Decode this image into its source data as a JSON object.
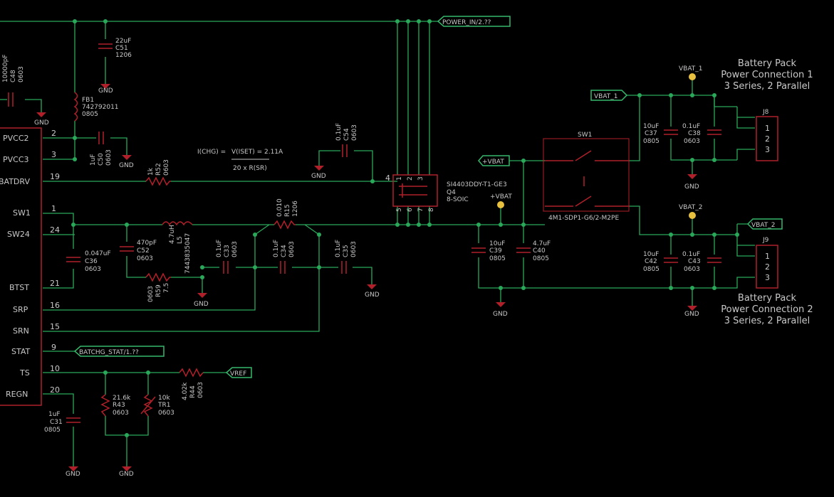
{
  "colors": {
    "background": "#000000",
    "wire": "#2aa85a",
    "part": "#b0202a",
    "net_label": "#35b86b",
    "text": "#c8c8c8",
    "power_flag": "#e8c040"
  },
  "ic": {
    "pins": [
      {
        "name": "PVCC2",
        "num": "2"
      },
      {
        "name": "PVCC3",
        "num": "3"
      },
      {
        "name": "BATDRV",
        "num": "19"
      },
      {
        "name": "SW1",
        "num": "1"
      },
      {
        "name": "SW24",
        "num": "24"
      },
      {
        "name": "BTST",
        "num": "21"
      },
      {
        "name": "SRP",
        "num": "16"
      },
      {
        "name": "SRN",
        "num": "15"
      },
      {
        "name": "STAT",
        "num": "9"
      },
      {
        "name": "TS",
        "num": "10"
      },
      {
        "name": "REGN",
        "num": "20"
      }
    ]
  },
  "nets": {
    "power_in": "POWER_IN/2.??",
    "batchg_stat": "BATCHG_STAT/1.??",
    "vref": "VREF",
    "vbat_plus": "+VBAT",
    "vbat_1": "VBAT_1",
    "vbat_2": "VBAT_2",
    "gnd": "GND",
    "vbat_flag": "+VBAT"
  },
  "parts": {
    "c48": [
      "10000pF",
      "C48",
      "0603"
    ],
    "c51": [
      "22uF",
      "C51",
      "1206"
    ],
    "fb1": [
      "FB1",
      "742792011",
      "0805"
    ],
    "c50": [
      "1uF",
      "C50",
      "0603"
    ],
    "r52": [
      "1k",
      "R52",
      "0603"
    ],
    "c54": [
      "0.1uF",
      "C54",
      "0603"
    ],
    "q4": [
      "SI4403DDY-T1-GE3",
      "Q4",
      "8-SOIC"
    ],
    "c36": [
      "0.047uF",
      "C36",
      "0603"
    ],
    "c52": [
      "470pF",
      "C52",
      "0603"
    ],
    "l5": [
      "4.7uH",
      "L5",
      "7443835047"
    ],
    "r59": [
      "0603",
      "R59",
      "7.5"
    ],
    "r15": [
      "0.010",
      "R15",
      "1206"
    ],
    "c33": [
      "0.1uF",
      "C33",
      "0603"
    ],
    "c34": [
      "0.1uF",
      "C34",
      "0603"
    ],
    "c35": [
      "0.1uF",
      "C35",
      "0603"
    ],
    "c39": [
      "10uF",
      "C39",
      "0805"
    ],
    "c40": [
      "4.7uF",
      "C40",
      "0805"
    ],
    "sw1_ref": "SW1",
    "sw1_val": "4M1-SDP1-G6/2-M2PE",
    "c37": [
      "10uF",
      "C37",
      "0805"
    ],
    "c38": [
      "0.1uF",
      "C38",
      "0603"
    ],
    "c42": [
      "10uF",
      "C42",
      "0805"
    ],
    "c43": [
      "0.1uF",
      "C43",
      "0603"
    ],
    "j8": "J8",
    "j9": "J9",
    "c31": [
      "1uF",
      "C31",
      "0805"
    ],
    "r43": [
      "21.6k",
      "R43",
      "0603"
    ],
    "tr1": [
      "10k",
      "TR1",
      "0603"
    ],
    "r44": [
      "4.02k",
      "R44",
      "0603"
    ]
  },
  "formula": {
    "left": "I(CHG) =",
    "num": "V(ISET) = 2.11A",
    "den": "20 x R(SR)"
  },
  "q4_pins": {
    "top": [
      "4",
      "1",
      "2",
      "3"
    ],
    "bottom": [
      "5",
      "6",
      "7",
      "8"
    ]
  },
  "connectors": {
    "pins": [
      "1",
      "2",
      "3"
    ]
  },
  "battery1": [
    "Battery Pack",
    "Power Connection 1",
    "3 Series, 2 Parallel"
  ],
  "battery2": [
    "Battery Pack",
    "Power Connection 2",
    "3 Series, 2 Parallel"
  ]
}
